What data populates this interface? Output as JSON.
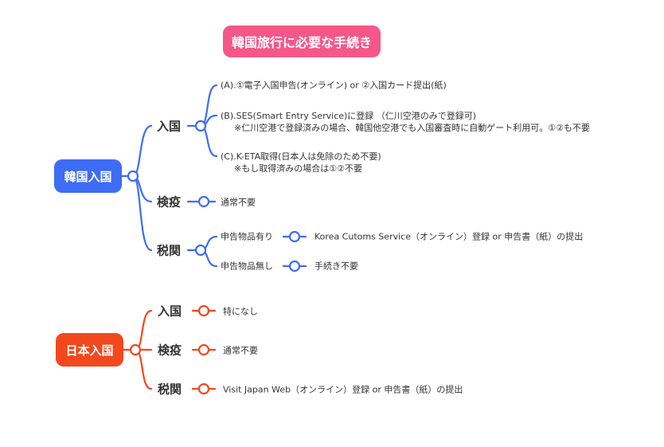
{
  "title": "韓国旅行に必要な手続き",
  "colors": {
    "korea": "#3d6cf5",
    "japan": "#f2481e",
    "title": "#f5578a"
  },
  "korea": {
    "label": "韓国入国",
    "entry": {
      "label": "入国",
      "a": "(A).①電子入国申告(オンライン) or ②入国カード提出(紙)",
      "b": "(B).SES(Smart Entry Service)に登録 （仁川空港のみで登録可)",
      "b_note": "※仁川空港で登録済みの場合、韓国他空港でも入国審査時に自動ゲート利用可。①②も不要",
      "c": "(C).K-ETA取得(日本人は免除のため不要)",
      "c_note": "※もし取得済みの場合は①②不要"
    },
    "quarantine": {
      "label": "検疫",
      "value": "通常不要"
    },
    "customs": {
      "label": "税関",
      "with_items": "申告物品有り",
      "with_items_action": "Korea Cutoms Service（オンライン）登録 or 申告書（紙）の提出",
      "no_items": "申告物品無し",
      "no_items_action": "手続き不要"
    }
  },
  "japan": {
    "label": "日本入国",
    "entry": {
      "label": "入国",
      "value": "特になし"
    },
    "quarantine": {
      "label": "検疫",
      "value": "通常不要"
    },
    "customs": {
      "label": "税関",
      "value": "Visit Japan Web（オンライン）登録 or  申告書（紙）の提出"
    }
  }
}
